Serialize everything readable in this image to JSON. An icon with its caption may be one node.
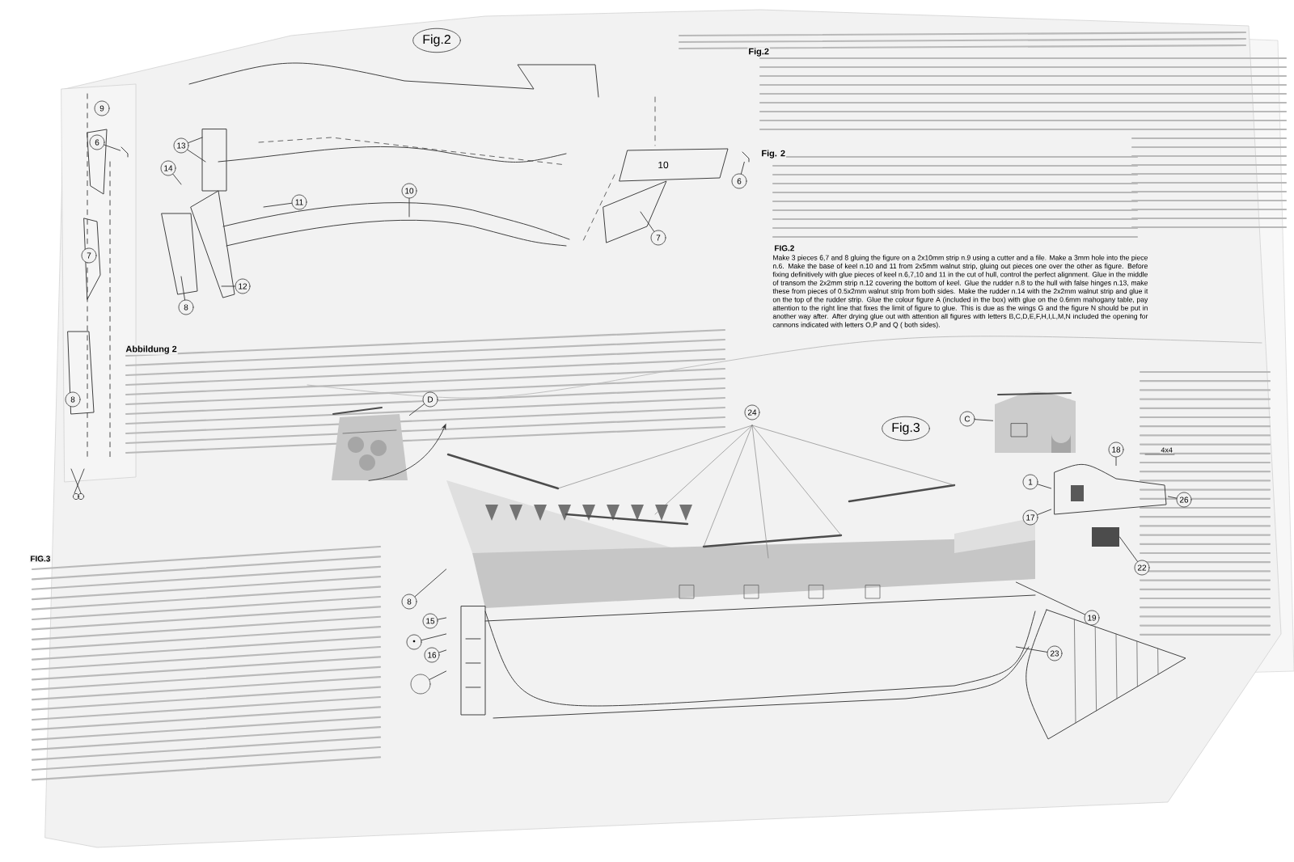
{
  "diagram": {
    "nodes": [
      {
        "text": [
          "Fig.2"
        ]
      },
      {
        "text": [
          "9"
        ]
      },
      {
        "text": [
          "6"
        ]
      },
      {
        "text": [
          "7"
        ]
      },
      {
        "text": [
          "8"
        ]
      },
      {
        "text": [
          "13"
        ]
      },
      {
        "text": [
          "14"
        ]
      },
      {
        "text": [
          "11"
        ]
      },
      {
        "text": [
          "10"
        ]
      },
      {
        "text": [
          "8"
        ]
      },
      {
        "text": [
          "12"
        ]
      },
      {
        "text": [
          "6"
        ]
      },
      {
        "text": [
          "7"
        ]
      },
      {
        "text": [
          "Fig.3"
        ]
      },
      {
        "text": [],
        "shape": "picture"
      },
      {
        "text": [
          "D"
        ]
      },
      {
        "text": [
          "24"
        ]
      },
      {
        "text": [],
        "shape": "picture"
      },
      {
        "text": [
          "C"
        ]
      },
      {
        "text": [],
        "shape": "picture"
      },
      {
        "text": [
          "8"
        ]
      },
      {
        "text": [
          "15"
        ]
      },
      {
        "text": [
          "•"
        ]
      },
      {
        "text": [
          "16"
        ]
      },
      {
        "text": [],
        "shape": "circle"
      },
      {
        "text": [
          "18"
        ]
      },
      {
        "text": [
          "1"
        ]
      },
      {
        "text": [
          "17"
        ]
      },
      {
        "text": [
          "26"
        ]
      },
      {
        "text": [
          "22"
        ]
      },
      {
        "text": [
          "19"
        ]
      },
      {
        "text": [
          "23"
        ]
      },
      {
        "text": [],
        "shape": "picture"
      },
      {
        "text": [],
        "shape": "box"
      },
      {
        "text": [],
        "shape": "picture"
      },
      {
        "text": [],
        "shape": "picture"
      }
    ],
    "edges": [
      {
        "from": 2,
        "to": 34,
        "arrow": "none"
      },
      {
        "from": 5,
        "to": null,
        "arrow": "none"
      },
      {
        "from": 5,
        "to": null,
        "arrow": "none"
      },
      {
        "from": 6,
        "to": null,
        "arrow": "none"
      },
      {
        "from": 7,
        "to": null,
        "arrow": "none"
      },
      {
        "from": 8,
        "to": null,
        "arrow": "none"
      },
      {
        "from": 9,
        "to": null,
        "arrow": "none"
      },
      {
        "from": 10,
        "to": null,
        "arrow": "none"
      },
      {
        "from": 11,
        "to": 35,
        "arrow": "none"
      },
      {
        "from": 12,
        "to": null,
        "arrow": "none"
      },
      {
        "from": 15,
        "to": 14,
        "arrow": "none"
      },
      {
        "from": 18,
        "to": 17,
        "arrow": "none"
      },
      {
        "from": 14,
        "to": 19,
        "arrow": "to"
      },
      {
        "from": 20,
        "to": 19,
        "arrow": "none"
      },
      {
        "from": 21,
        "to": 19,
        "arrow": "none"
      },
      {
        "from": 22,
        "to": 19,
        "arrow": "none"
      },
      {
        "from": 23,
        "to": 19,
        "arrow": "none"
      },
      {
        "from": 24,
        "to": 19,
        "arrow": "none"
      },
      {
        "from": 25,
        "to": 32,
        "arrow": "none"
      },
      {
        "from": 26,
        "to": 32,
        "arrow": "none"
      },
      {
        "from": 27,
        "to": 32,
        "arrow": "none"
      },
      {
        "from": 28,
        "to": 32,
        "arrow": "none"
      },
      {
        "from": 29,
        "to": 33,
        "arrow": "none"
      },
      {
        "from": 30,
        "to": 19,
        "arrow": "none"
      },
      {
        "from": 31,
        "to": 19,
        "arrow": "none"
      }
    ],
    "labels": [
      "Fig.2",
      "Abbildung 2",
      "Fig. 2",
      "FIG.2",
      "Make 3 pieces 6,7 and 8 gluing the figure on a 2x10mm strip n.9 using a cutter and a file. Make a 3mm hole into the piece n.6. Make the base of keel n.10 and 11 from 2x5mm walnut strip, gluing out pieces one over the other as figure. Before fixing definitively with glue pieces of keel n.6,7,10 and 11 in the cut of hull, control the perfect alignment. Glue in the middle of transom the 2x2mm strip n.12 covering the bottom of keel. Glue the rudder n.8 to the hull with false hinges n.13, make these from pieces of 0.5x2mm walnut strip from both sides. Make the rudder n.14 with the 2x2mm walnut strip and glue it on the top of the rudder strip. Glue the colour figure A (included in the box) with glue on the 0.6mm mahogany table, pay attention to the right line that fixes the limit of figure to glue. This is due as the wings G and the figure N should be put in another way after. After drying glue out with attention all figures with letters B,C,D,E,F,H,I,L,M,N included the opening for cannons indicated with letters O,P and Q ( both sides).",
      "FIG.3",
      "10",
      "4x4"
    ]
  }
}
